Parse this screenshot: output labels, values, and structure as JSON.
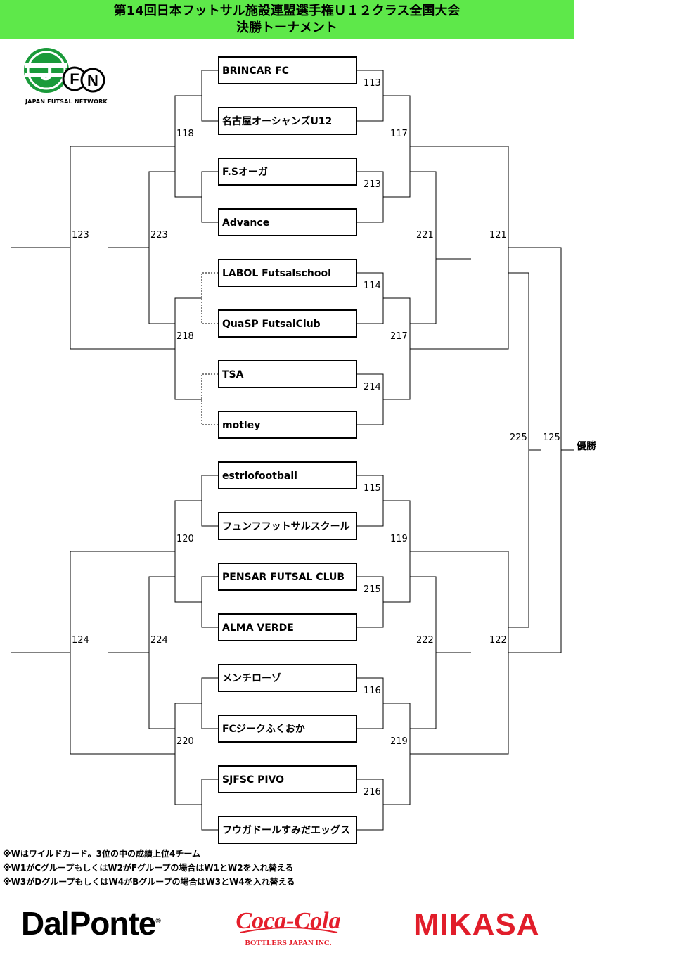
{
  "header": {
    "line1": "第14回日本フットサル施設連盟選手権Ｕ１２クラス全国大会",
    "line2": "決勝トーナメント",
    "bg_color": "#5ee84a"
  },
  "logo": {
    "letters": [
      "J",
      "F",
      "N"
    ],
    "caption": "JAPAN FUTSAL NETWORK",
    "icon": "jfn-logo"
  },
  "teams": [
    "BRINCAR FC",
    "名古屋オーシャンズU12",
    "F.Sオーガ",
    "Advance",
    "LABOL  Futsalschool",
    "QuaSP  FutsalClub",
    "TSA",
    "motley",
    "estriofootball",
    "フュンフフットサルスクール",
    "PENSAR FUTSAL CLUB",
    "ALMA VERDE",
    "メンチローゾ",
    "FCジークふくおか",
    "SJFSC  PIVO",
    "フウガドールすみだエッグス"
  ],
  "match_numbers": {
    "m113": "113",
    "m114": "114",
    "m115": "115",
    "m116": "116",
    "m213": "213",
    "m214": "214",
    "m215": "215",
    "m216": "216",
    "m117": "117",
    "m217": "217",
    "m119": "119",
    "m219": "219",
    "m118": "118",
    "m218": "218",
    "m120": "120",
    "m220": "220",
    "m221": "221",
    "m222": "222",
    "m223": "223",
    "m224": "224",
    "m121": "121",
    "m122": "122",
    "m123": "123",
    "m124": "124",
    "m225": "225",
    "m125": "125"
  },
  "winner_label": "優勝",
  "notes": [
    "※Wはワイルドカード。3位の中の成績上位4チーム",
    "※W1がCグループもしくはW2がFグループの場合はW1とW2を入れ替える",
    "※W3がDグループもしくはW4がBグループの場合はW3とW4を入れ替える"
  ],
  "sponsors": {
    "dalponte": "DalPonte",
    "dalponte_mark": "®",
    "coke_line1": "Coca-Cola",
    "coke_line2": "BOTTLERS JAPAN INC.",
    "mikasa": "MIKASA"
  }
}
